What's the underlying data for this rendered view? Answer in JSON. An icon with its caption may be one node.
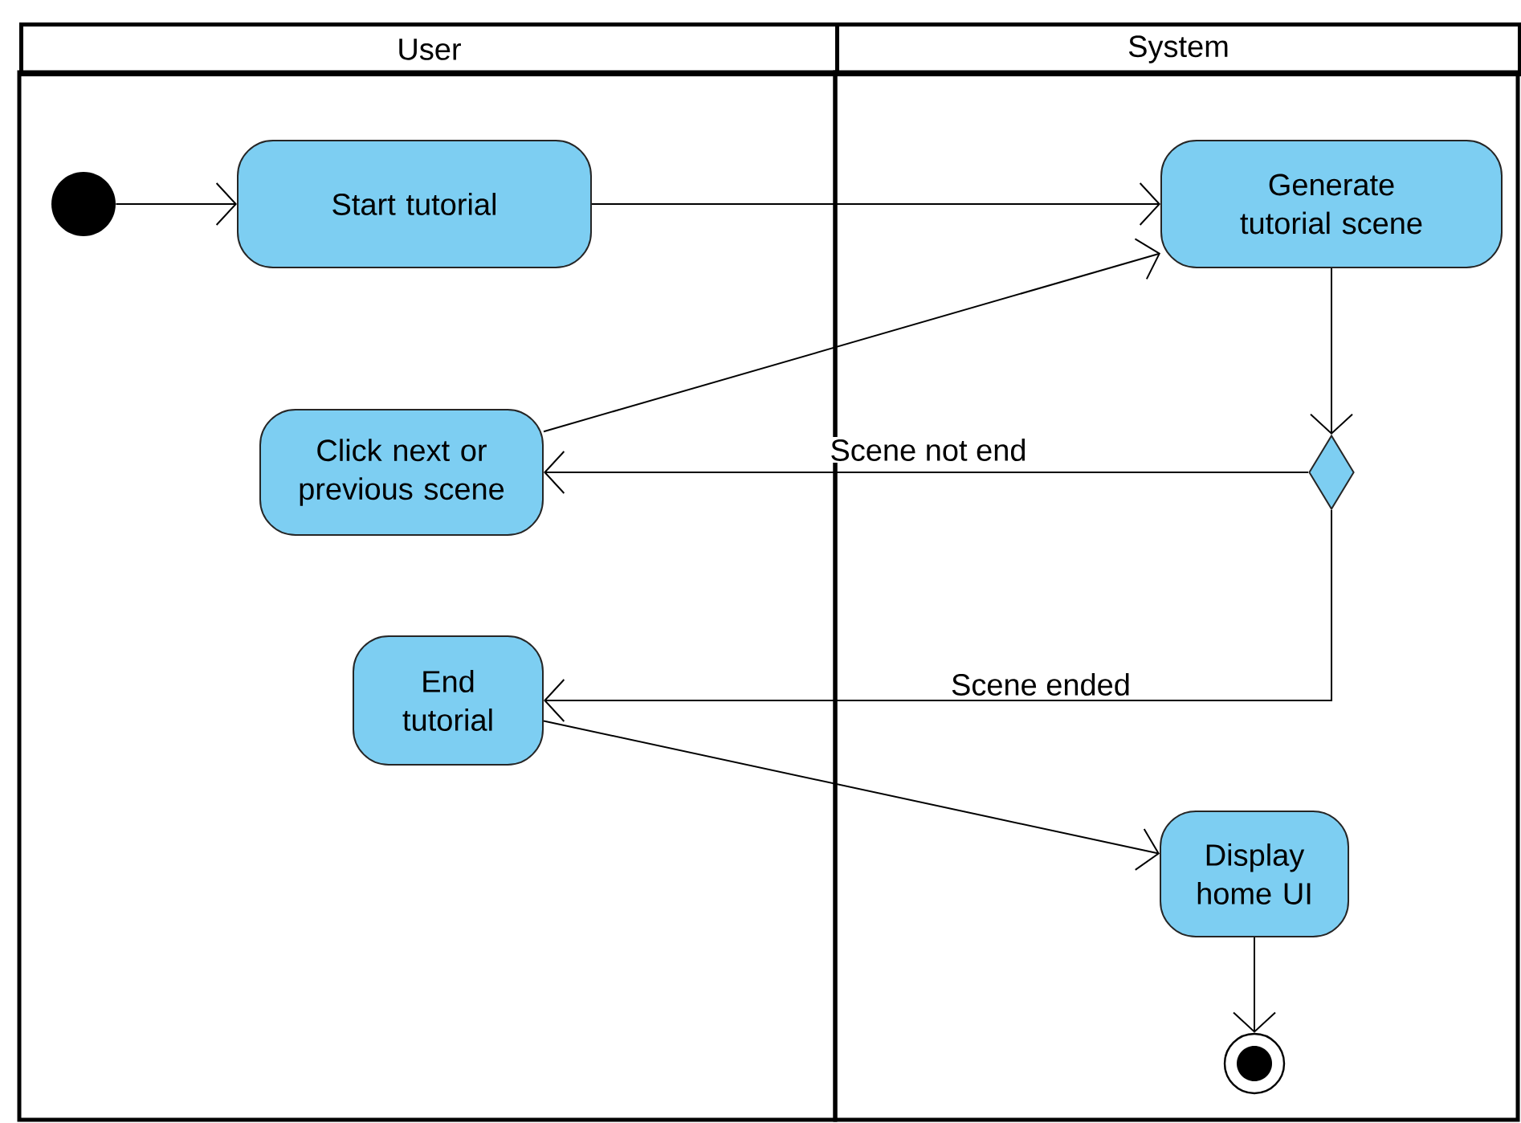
{
  "diagram": {
    "nodes": [
      {
        "text": [
          "User"
        ]
      },
      {
        "text": [
          "System"
        ]
      },
      {
        "text": [],
        "shape": "circle",
        "in": 0
      },
      {
        "text": [
          "Start tutorial"
        ],
        "in": 0
      },
      {
        "text": [
          "Generate tutorial scene"
        ],
        "in": 1
      },
      {
        "text": [
          "Click next or previous scene"
        ],
        "in": 0
      },
      {
        "text": [],
        "shape": "diamond",
        "in": 1
      },
      {
        "text": [
          "End tutorial"
        ],
        "in": 0
      },
      {
        "text": [
          "Display home UI"
        ],
        "in": 1
      },
      {
        "text": [],
        "shape": "circle",
        "in": 1
      }
    ],
    "edges": [
      {
        "from": 2,
        "to": 3,
        "arrow": "to"
      },
      {
        "from": 3,
        "to": 4,
        "arrow": "to"
      },
      {
        "from": 4,
        "to": 6,
        "arrow": "to"
      },
      {
        "from": 6,
        "to": 5,
        "arrow": "to",
        "label": "Scene not end"
      },
      {
        "from": 5,
        "to": 4,
        "arrow": "to"
      },
      {
        "from": 6,
        "to": 7,
        "arrow": "to",
        "label": "Scene ended"
      },
      {
        "from": 7,
        "to": 8,
        "arrow": "to"
      },
      {
        "from": 8,
        "to": 9,
        "arrow": "to"
      }
    ]
  }
}
